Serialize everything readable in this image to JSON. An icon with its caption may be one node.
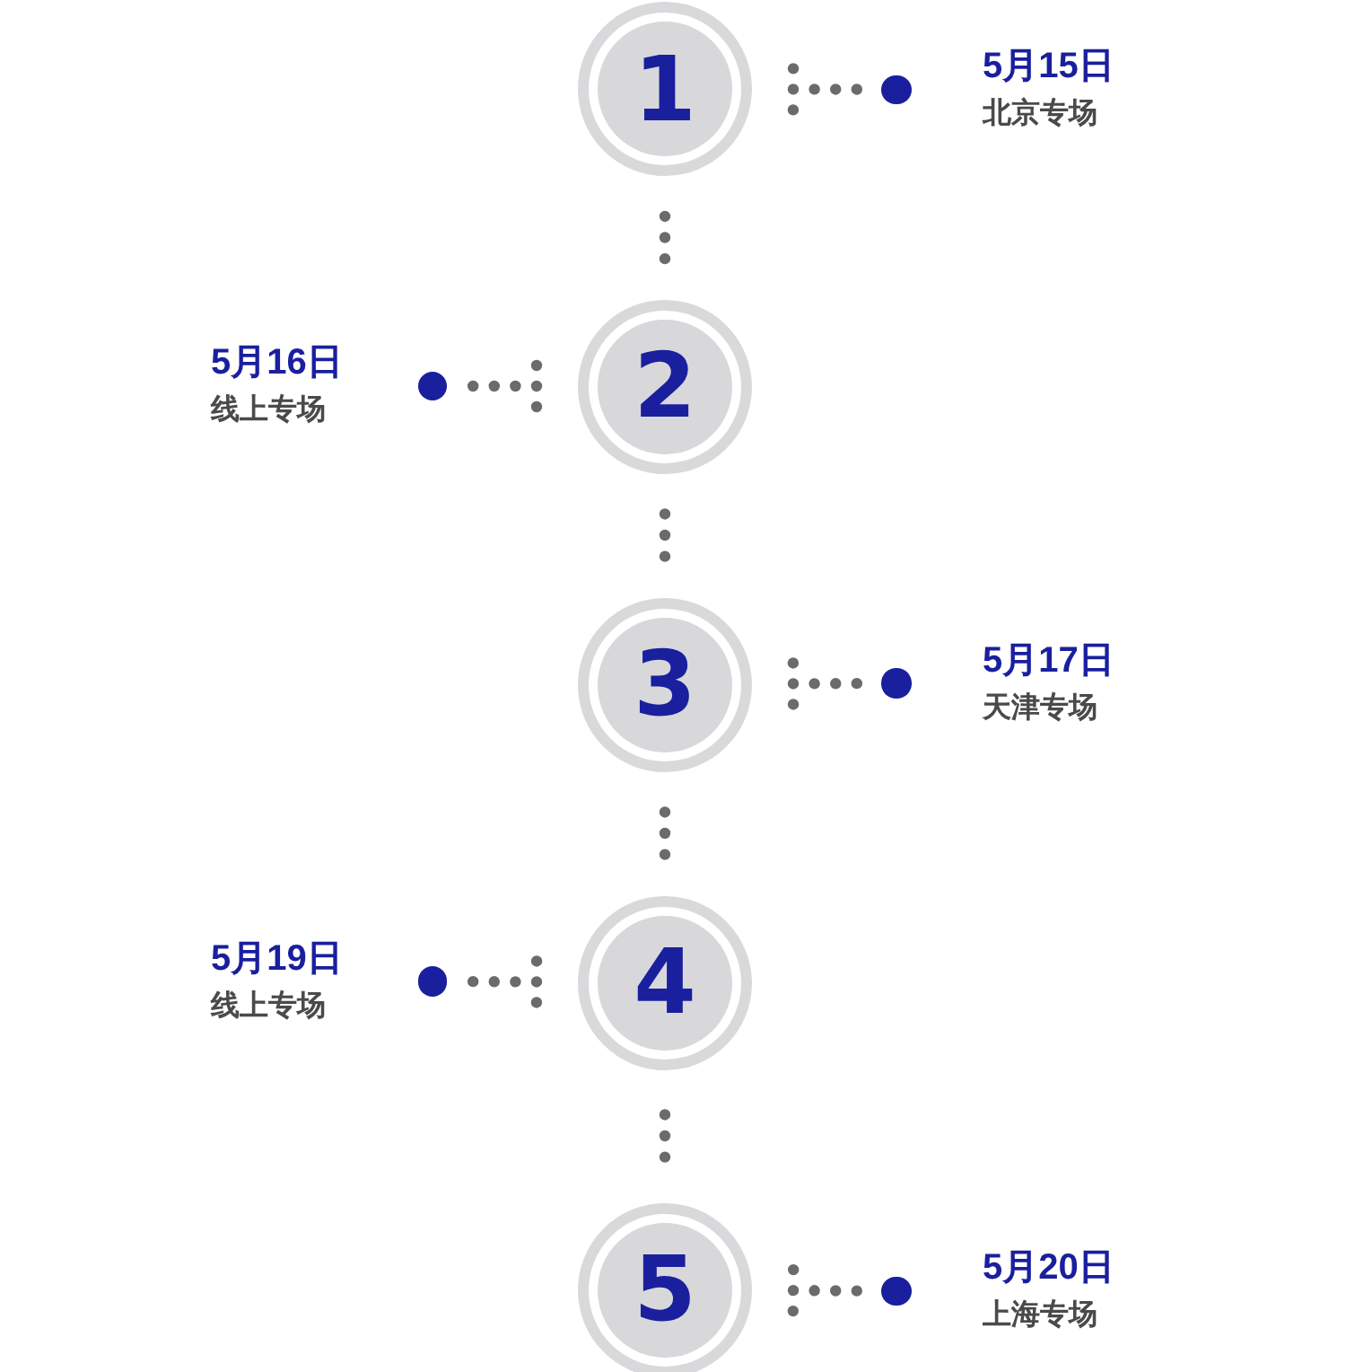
{
  "diagram": {
    "nodes": [
      {
        "text": [
          "1"
        ]
      },
      {
        "text": [],
        "shape": "circle",
        "beside": [
          "5月15日",
          "北京专场"
        ]
      },
      {
        "text": [],
        "shape": "circle",
        "beside": [
          "5月16日",
          "线上专场"
        ]
      },
      {
        "text": [
          "2"
        ]
      },
      {
        "text": [
          "3"
        ]
      },
      {
        "text": [],
        "shape": "circle",
        "beside": [
          "5月17日",
          "天津专场"
        ]
      },
      {
        "text": [],
        "shape": "circle",
        "beside": [
          "5月19日",
          "线上专场"
        ]
      },
      {
        "text": [
          "4"
        ]
      },
      {
        "text": [
          "5"
        ]
      },
      {
        "text": [],
        "shape": "circle",
        "beside": [
          "5月20日",
          "上海专场"
        ]
      }
    ],
    "edges": [
      {
        "from": 0,
        "to": 3,
        "arrow": "none"
      },
      {
        "from": 3,
        "to": 4,
        "arrow": "none"
      },
      {
        "from": 4,
        "to": 7,
        "arrow": "none"
      },
      {
        "from": 7,
        "to": 8,
        "arrow": "none"
      },
      {
        "from": 0,
        "to": 1,
        "arrow": "other"
      },
      {
        "from": 3,
        "to": 2,
        "arrow": "other"
      },
      {
        "from": 4,
        "to": 5,
        "arrow": "other"
      },
      {
        "from": 7,
        "to": 6,
        "arrow": "other"
      },
      {
        "from": 8,
        "to": 9,
        "arrow": "other"
      }
    ]
  }
}
